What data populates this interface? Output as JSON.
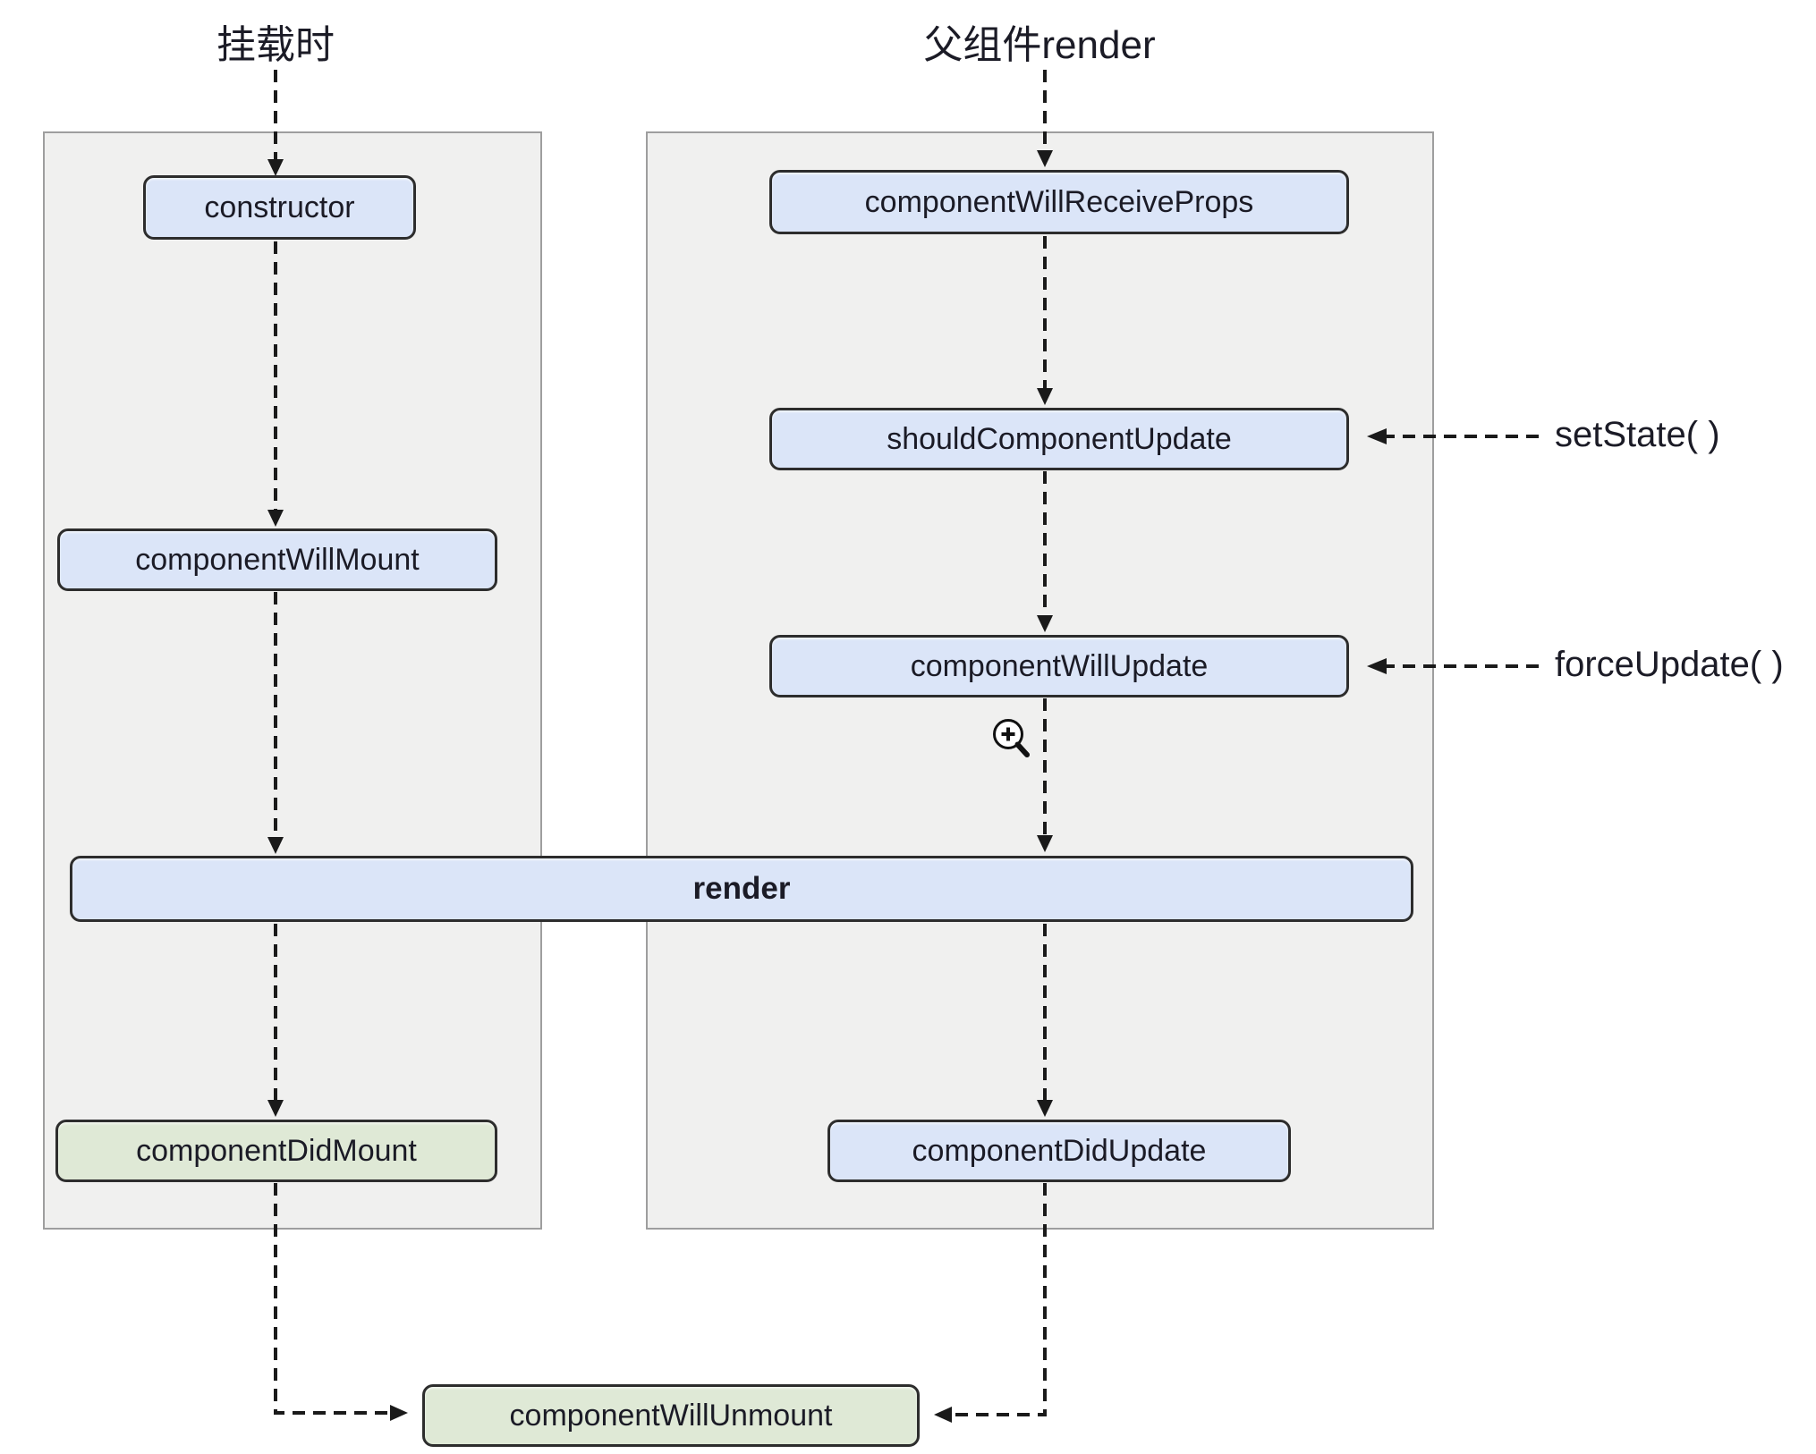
{
  "left_column": {
    "title": "挂载时",
    "boxes": [
      {
        "label": "constructor",
        "variant": "blue"
      },
      {
        "label": "componentWillMount",
        "variant": "blue"
      },
      {
        "label": "componentDidMount",
        "variant": "green"
      }
    ]
  },
  "right_column": {
    "title": "父组件render",
    "boxes": [
      {
        "label": "componentWillReceiveProps",
        "variant": "blue"
      },
      {
        "label": "shouldComponentUpdate",
        "variant": "blue"
      },
      {
        "label": "componentWillUpdate",
        "variant": "blue"
      },
      {
        "label": "componentDidUpdate",
        "variant": "blue"
      }
    ]
  },
  "shared": {
    "render_box": "render",
    "unmount_box": "componentWillUnmount"
  },
  "annotations": {
    "set_state": "setState( )",
    "force_update": "forceUpdate( )"
  },
  "icons": {
    "cursor": "zoom-in-cursor-icon"
  },
  "colors": {
    "box_blue": "#dbe5f8",
    "box_green": "#dfe9d6",
    "box_border": "#2d2d2d",
    "panel_bg": "#f0f0ef",
    "panel_border": "#9e9e9e",
    "arrow": "#1a1a1a",
    "text": "#1b1b26"
  }
}
